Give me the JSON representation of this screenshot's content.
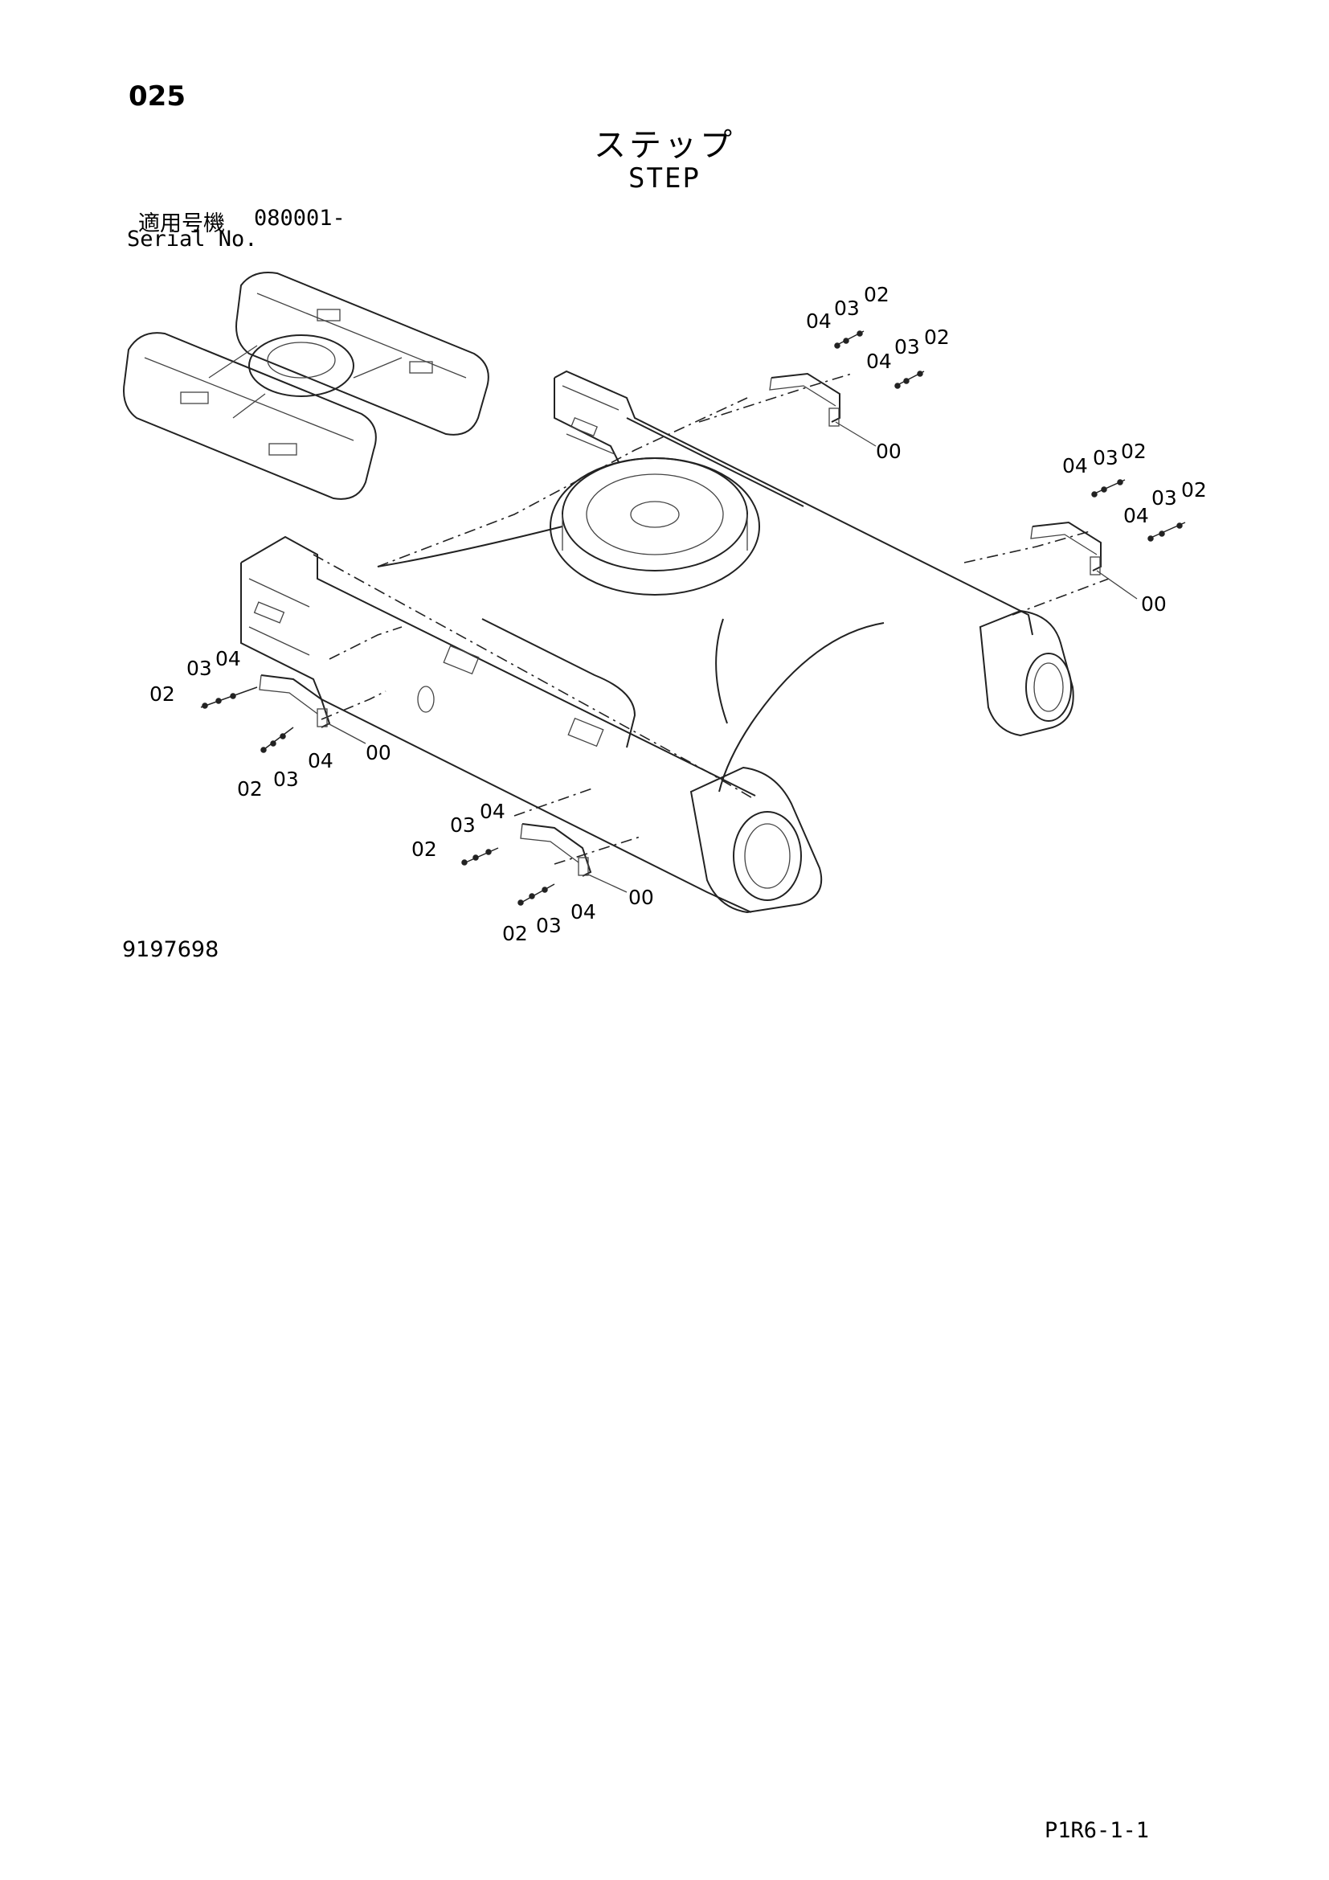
{
  "header": {
    "page_number": "025",
    "title_jp": "ステップ",
    "title_en": "STEP",
    "serial_jp_label": "適用号機",
    "serial_value": "080001-",
    "serial_en_label": "Serial No."
  },
  "callouts": {
    "c00": "00",
    "c02": "02",
    "c03": "03",
    "c04": "04"
  },
  "footer": {
    "drawing_number": "9197698",
    "sheet_code": "P1R6-1-1"
  }
}
